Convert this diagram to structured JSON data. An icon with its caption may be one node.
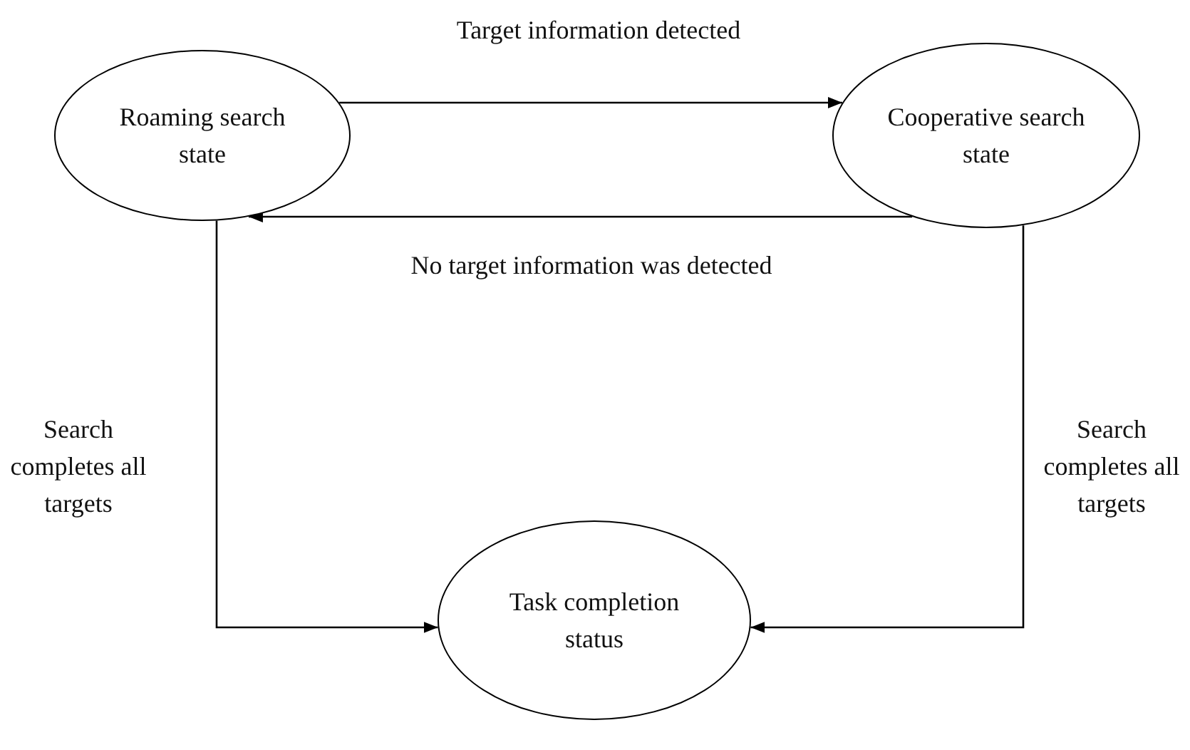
{
  "diagram": {
    "nodes": [
      {
        "text": [
          "Roaming search state"
        ]
      },
      {
        "text": [
          "Cooperative search state"
        ]
      },
      {
        "text": [
          "Task completion status"
        ]
      }
    ],
    "edges": [
      {
        "from": 0,
        "to": 1,
        "arrow": "to",
        "label": "Target information detected"
      },
      {
        "from": 1,
        "to": 0,
        "arrow": "to",
        "label": "No target information was detected"
      },
      {
        "from": 0,
        "to": 2,
        "arrow": "to",
        "label": "Search completes all targets"
      },
      {
        "from": 1,
        "to": 2,
        "arrow": "to",
        "label": "Search completes all targets"
      }
    ]
  }
}
